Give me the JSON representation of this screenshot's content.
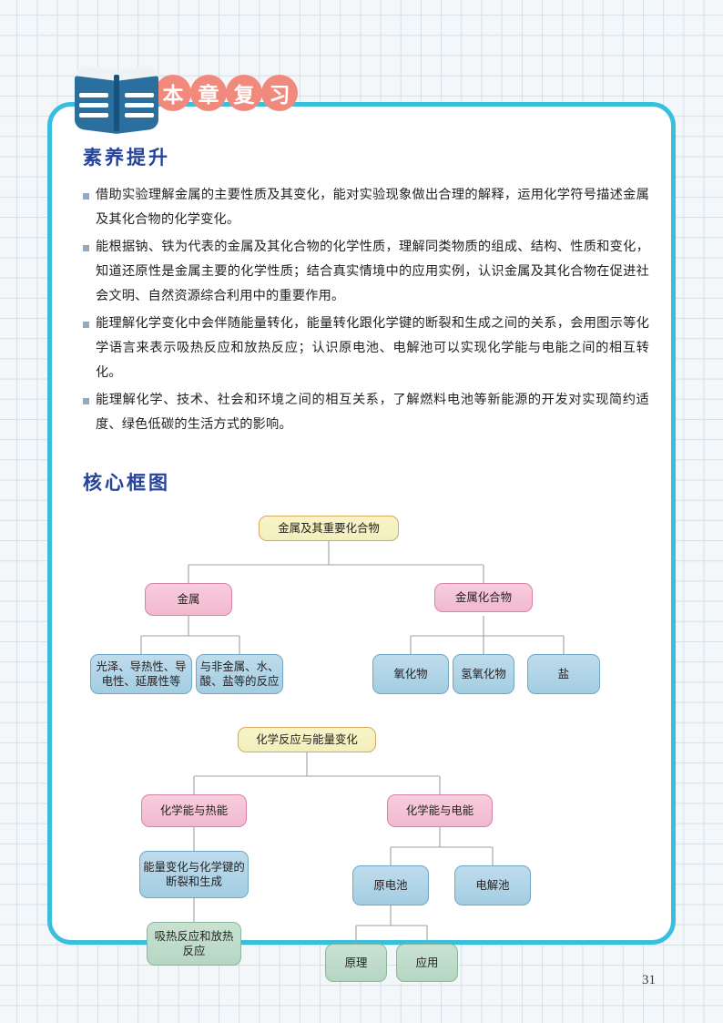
{
  "page": {
    "number": "31",
    "accent_teal": "#38bfdd",
    "accent_coral": "#f1897c",
    "heading_blue": "#27439a"
  },
  "header": {
    "icon": "open-book-icon",
    "title_chars": [
      "本",
      "章",
      "复",
      "习"
    ]
  },
  "sections": {
    "literacy": {
      "title": "素养提升",
      "goals": [
        "借助实验理解金属的主要性质及其变化，能对实验现象做出合理的解释，运用化学符号描述金属及其化合物的化学变化。",
        "能根据钠、铁为代表的金属及其化合物的化学性质，理解同类物质的组成、结构、性质和变化，知道还原性是金属主要的化学性质；结合真实情境中的应用实例，认识金属及其化合物在促进社会文明、自然资源综合利用中的重要作用。",
        "能理解化学变化中会伴随能量转化，能量转化跟化学键的断裂和生成之间的关系，会用图示等化学语言来表示吸热反应和放热反应；认识原电池、电解池可以实现化学能与电能之间的相互转化。",
        "能理解化学、技术、社会和环境之间的相互关系，了解燃料电池等新能源的开发对实现简约适度、绿色低碳的生活方式的影响。"
      ]
    },
    "framework": {
      "title": "核心框图",
      "tree1": {
        "root": "金属及其重要化合物",
        "branch_metal": "金属",
        "branch_compound": "金属化合物",
        "metal_children": [
          "光泽、导热性、导电性、延展性等",
          "与非金属、水、酸、盐等的反应"
        ],
        "compound_children": [
          "氧化物",
          "氢氧化物",
          "盐"
        ]
      },
      "tree2": {
        "root": "化学反应与能量变化",
        "branch_heat": "化学能与热能",
        "branch_electric": "化学能与电能",
        "heat_children": [
          "能量变化与化学键的断裂和生成",
          "吸热反应和放热反应"
        ],
        "electric_children": [
          "原电池",
          "电解池"
        ],
        "galvanic_children": [
          "原理",
          "应用"
        ]
      }
    }
  }
}
